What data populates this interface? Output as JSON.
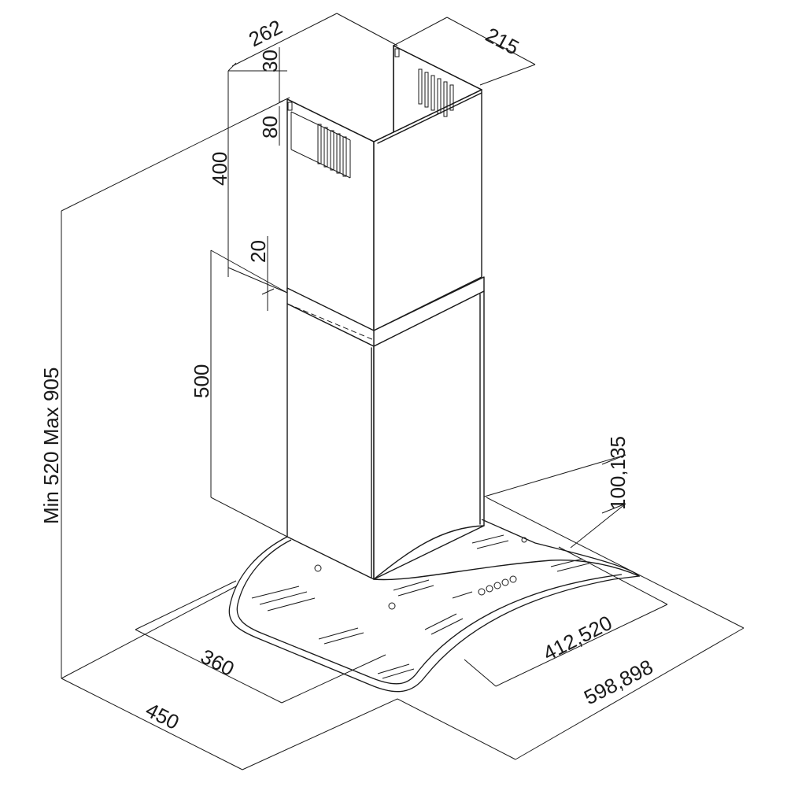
{
  "drawing": {
    "dimensions": {
      "top_width": "262",
      "top_depth": "215",
      "slot_offset": "30",
      "slot_height": "80",
      "upper_chimney": "400",
      "overlap": "20",
      "lower_chimney": "500",
      "total_height": "Min 520 Max 905",
      "glass_thickness": "100,135",
      "glass_depth_inner": "360",
      "glass_depth_outer": "450",
      "glass_width_inner": "412,520",
      "glass_width_outer": "598,898"
    }
  }
}
